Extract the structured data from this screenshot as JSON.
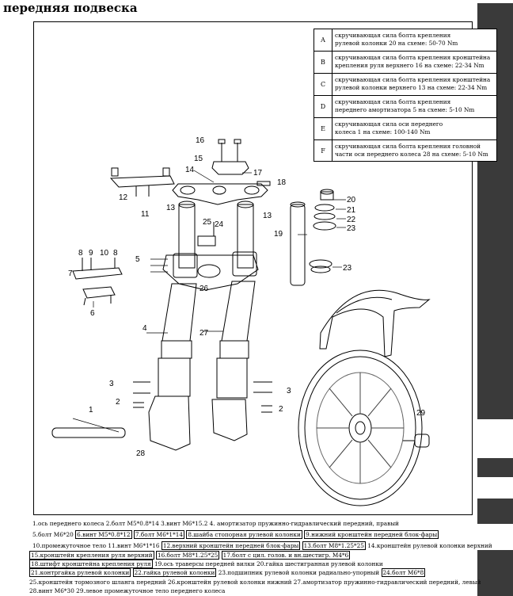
{
  "title": "передняя подвеска",
  "torque_table": [
    {
      "letter": "A",
      "text": "скручивающая сила болта крепления\nрулевой колонки 20 на схеме: 50-70 Nm"
    },
    {
      "letter": "B",
      "text": "скручивающая сила болта крепления кронштейна\nкрепления руля верхнего 16 на схеме: 22-34 Nm"
    },
    {
      "letter": "C",
      "text": "скручивающая сила болта крепления кронштейна\nрулевой колонки верхнего 13 на схеме: 22-34 Nm"
    },
    {
      "letter": "D",
      "text": "скручивающая сила болта крепления\nпереднего амортизатора 5 на схеме: 5-10 Nm"
    },
    {
      "letter": "E",
      "text": "скручивающая сила оси переднего\nколеса 1 на схеме: 100-140 Nm"
    },
    {
      "letter": "F",
      "text": "скручивающая сила болта крепления головной\nчасти оси переднего колеса 28 на схеме: 5-10 Nm"
    }
  ],
  "callouts": [
    "1",
    "2",
    "3",
    "4",
    "5",
    "6",
    "7",
    "8",
    "9",
    "10",
    "8",
    "11",
    "12",
    "13",
    "13",
    "14",
    "15",
    "16",
    "17",
    "18",
    "19",
    "20",
    "21",
    "22",
    "23",
    "23",
    "24",
    "25",
    "26",
    "27",
    "28",
    "29",
    "2",
    "3"
  ],
  "legend": [
    "1.ось переднего колеса",
    "2.болт М5*0.8*14",
    "3.винт М6*15.2",
    "4. амортизатор пружинно-гидравлический передний, правый",
    "5.болт М6*20",
    "6.винт М5*0.8*12",
    "7.болт М6*1*14",
    "8.шайба стопорная рулевой колонки",
    "9.нижний кронштейн передней блок-фары",
    "10.промежуточное тело",
    "11.винт М6*1*16",
    "12.верхний кронштейн передней блок-фары",
    "13.болт М8*1.25*25",
    "14.кронштейн рулевой колонки верхний",
    "15.кронштейн крепления руля верхний",
    "16.болт М8*1.25*25",
    "17.болт с цил. голов. и вн.шестигр. М4*6",
    "18.штифт кронштейна крепления руля",
    "19.ось траверсы передней вилки",
    "20.гайка шестигранная рулевой колонки",
    "21.контргайка рулевой колонки",
    "22.гайка рулевой колонки",
    "23.подшипник рулевой колонки радиально-упорный",
    "24.болт М6*8",
    "25.кронштейн тормозного шланга передний",
    "26.кронштейн рулевой колонки нижний",
    "27.амортизатор пружинно-гидравлический передний, левый",
    "28.винт М6*30",
    "29.левое промежуточное тело переднего колеса"
  ],
  "colors": {
    "ink": "#000000",
    "sidebar": "#3a3a3a"
  }
}
